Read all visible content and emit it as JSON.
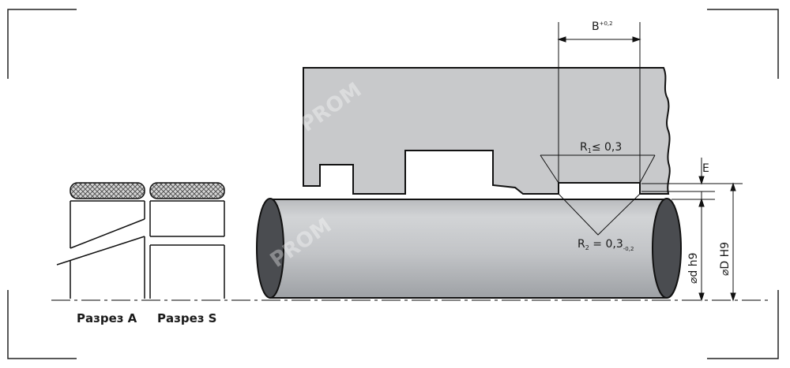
{
  "dimensions": {
    "b": {
      "main": "B",
      "tol": "+0,2"
    },
    "e": "E",
    "r1": {
      "r": "R",
      "sub": "1",
      "rest": "≤ 0,3"
    },
    "r2": {
      "r": "R",
      "sub": "2",
      "rest": " = 0,3",
      "tol": "-0,2"
    },
    "rod": "⌀d h9",
    "bore": "⌀D H9"
  },
  "sections": {
    "a": "Разрез A",
    "s": "Разрез S"
  },
  "watermark": {
    "text": "PROM"
  },
  "colors": {
    "housing": "#c8c9cb",
    "rod_body": "#c4c6c9",
    "rod_end": "#4a4c50",
    "ring_knurl": "#888888",
    "line": "#111111"
  }
}
